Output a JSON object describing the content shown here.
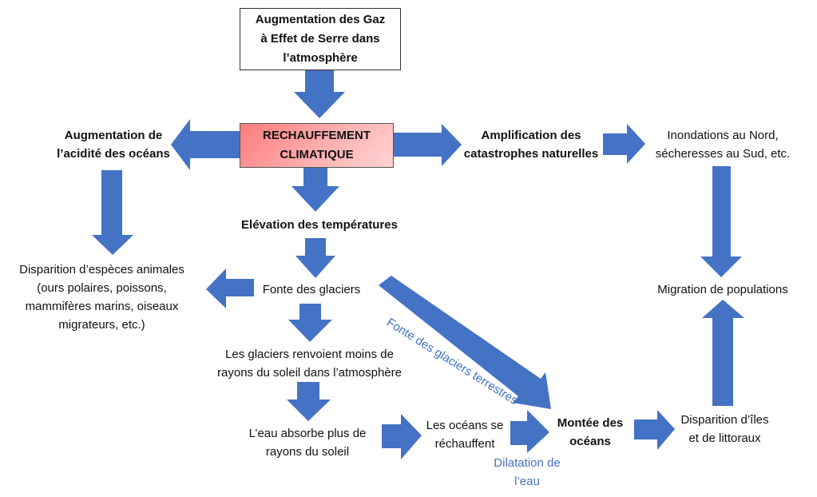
{
  "diagram": {
    "language": "fr",
    "arrow_color": "#4472c4",
    "central_box_color": "#ff9a9a",
    "nodes": {
      "ges": "Augmentation des Gaz à Effet de Serre dans l’atmosphère",
      "ges_lines": [
        "Augmentation des Gaz",
        "à Effet de Serre dans",
        "l’atmosphère"
      ],
      "rechauffement_lines": [
        "RECHAUFFEMENT",
        "CLIMATIQUE"
      ],
      "acidite_lines": [
        "Augmentation de",
        "l’acidité des océans"
      ],
      "amplification_lines": [
        "Amplification des",
        "catastrophes naturelles"
      ],
      "inondations_lines": [
        "Inondations au Nord,",
        "sécheresses au Sud, etc."
      ],
      "elevation": "Elévation des températures",
      "disparition_especes_lines": [
        "Disparition d’espèces animales",
        "(ours polaires, poissons,",
        "mammifères marins, oiseaux",
        "migrateurs, etc.)"
      ],
      "fonte": "Fonte des glaciers",
      "migration": "Migration de populations",
      "renvoient_lines": [
        "Les glaciers renvoient moins de",
        "rayons du soleil dans l’atmosphère"
      ],
      "absorbe_lines": [
        "L’eau absorbe plus de",
        "rayons du soleil"
      ],
      "rechauffent_lines": [
        "Les océans se",
        "réchauffent"
      ],
      "montee_lines": [
        "Montée des",
        "océans"
      ],
      "disparition_iles_lines": [
        "Disparition d’îles",
        "et de littoraux"
      ]
    },
    "edge_labels": {
      "fonte_terrestres": "Fonte des glaciers terrestres",
      "dilatation_lines": [
        "Dilatation de",
        "l’eau"
      ]
    },
    "edges": [
      {
        "from": "ges",
        "to": "rechauffement"
      },
      {
        "from": "rechauffement",
        "to": "acidite"
      },
      {
        "from": "rechauffement",
        "to": "amplification"
      },
      {
        "from": "rechauffement",
        "to": "elevation"
      },
      {
        "from": "amplification",
        "to": "inondations"
      },
      {
        "from": "acidite",
        "to": "disparition_especes"
      },
      {
        "from": "elevation",
        "to": "fonte"
      },
      {
        "from": "fonte",
        "to": "disparition_especes"
      },
      {
        "from": "fonte",
        "to": "renvoient"
      },
      {
        "from": "fonte",
        "to": "montee",
        "label": "Fonte des glaciers terrestres"
      },
      {
        "from": "renvoient",
        "to": "absorbe"
      },
      {
        "from": "absorbe",
        "to": "rechauffent"
      },
      {
        "from": "rechauffent",
        "to": "montee",
        "label": "Dilatation de l’eau"
      },
      {
        "from": "montee",
        "to": "disparition_iles"
      },
      {
        "from": "disparition_iles",
        "to": "migration"
      },
      {
        "from": "inondations",
        "to": "migration"
      }
    ]
  }
}
